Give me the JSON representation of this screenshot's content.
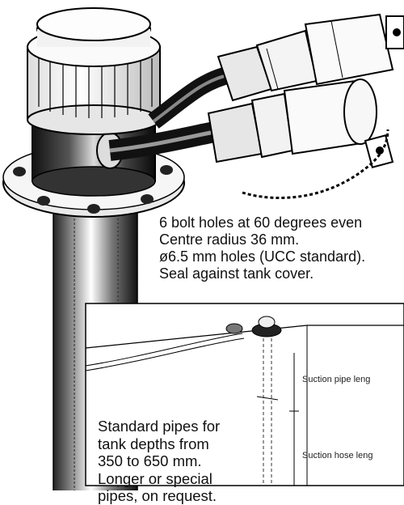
{
  "spec_notes": [
    "6 bolt holes at 60 degrees even",
    "Centre radius 36 mm.",
    "ø6.5 mm holes (UCC standard).",
    "Seal against tank cover."
  ],
  "inset_notes": [
    "Standard pipes for",
    "tank depths from",
    "350 to 650 mm.",
    "Longer or special",
    "pipes, on request."
  ],
  "dimensions": {
    "suction_pipe": "Suction pipe leng",
    "suction_hose": "Suction hose leng"
  },
  "colors": {
    "ink": "#111111",
    "paper": "#ffffff"
  }
}
